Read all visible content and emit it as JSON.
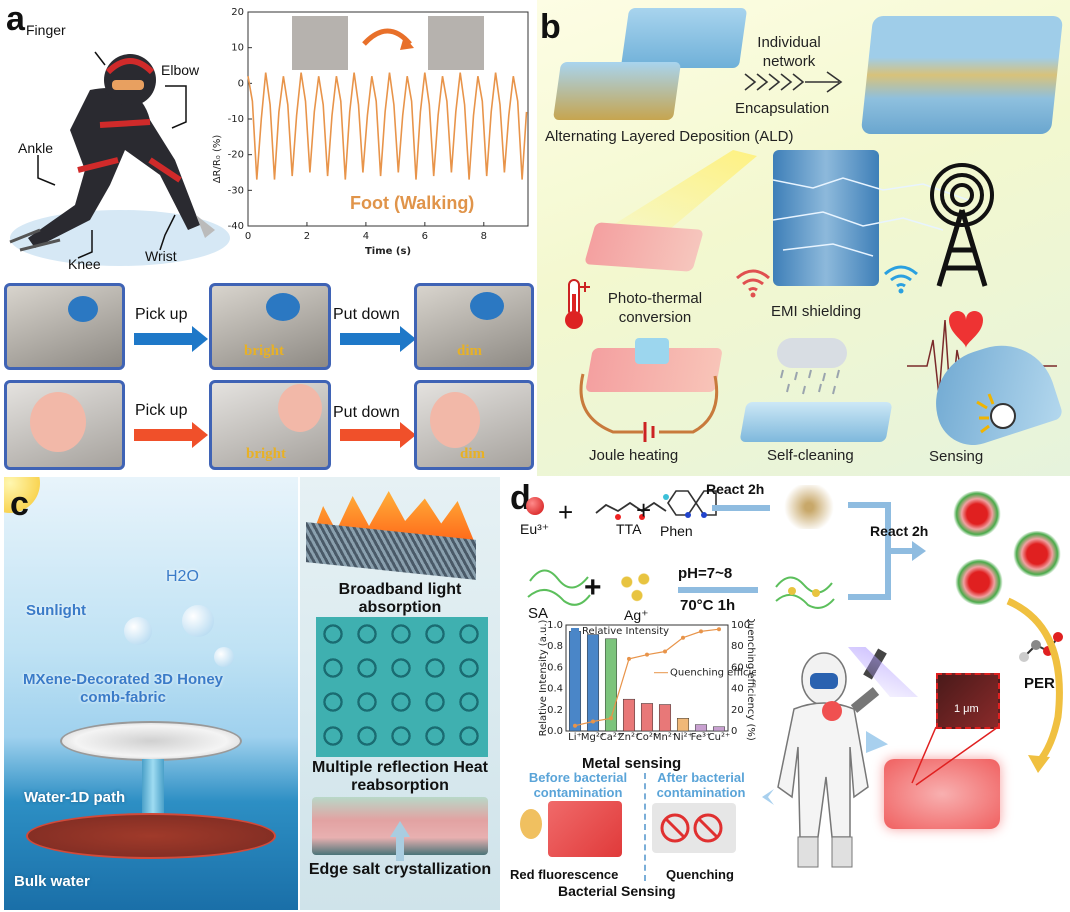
{
  "panels": {
    "a": {
      "label": "a",
      "body_labels": {
        "finger": "Finger",
        "elbow": "Elbow",
        "ankle": "Ankle",
        "knee": "Knee",
        "wrist": "Wrist"
      },
      "chart_caption": "Foot (Walking)",
      "robot_rows": [
        {
          "action1": "Pick up",
          "action2": "Put down",
          "state1": "bright",
          "state2": "dim",
          "color": "#1e78c8"
        },
        {
          "action1": "Pick up",
          "action2": "Put down",
          "state1": "bright",
          "state2": "dim",
          "color": "#f0502a"
        }
      ]
    },
    "b": {
      "label": "b",
      "ald": "Alternating Layered Deposition (ALD)",
      "network": "Individual network",
      "encapsulation": "Encapsulation",
      "photothermal": "Photo-thermal conversion",
      "emi": "EMI shielding",
      "joule": "Joule heating",
      "selfclean": "Self-cleaning",
      "sensing": "Sensing"
    },
    "c": {
      "label": "c",
      "h2o": "H2O",
      "sunlight": "Sunlight",
      "mxene": "MXene-Decorated 3D Honey comb-fabric",
      "water_path": "Water-1D path",
      "bulk": "Bulk water",
      "broadband": "Broadband light absorption",
      "multiple": "Multiple reflection Heat reabsorption",
      "edge": "Edge salt crystallization"
    },
    "d": {
      "label": "d",
      "eu": "Eu³⁺",
      "tta": "TTA",
      "phen": "Phen",
      "react1": "React 2h",
      "react2": "React 2h",
      "sa": "SA",
      "ag": "Ag⁺",
      "ph": "pH=7~8",
      "temp": "70°C 1h",
      "per": "PER",
      "scale": "1 μm",
      "metal_sensing": "Metal sensing",
      "before": "Before bacterial contamination",
      "after": "After bacterial contamination",
      "red_fluor": "Red fluorescence",
      "quenching": "Quenching",
      "bacterial": "Bacterial Sensing"
    }
  },
  "chart_data": [
    {
      "type": "line",
      "title": "",
      "xlabel": "Time (s)",
      "ylabel": "ΔR/R₀ (%)",
      "xlim": [
        0,
        9.5
      ],
      "ylim": [
        -40,
        20
      ],
      "xticks": [
        0,
        2,
        4,
        6,
        8
      ],
      "yticks": [
        20,
        10,
        0,
        -10,
        -20,
        -30,
        -40
      ],
      "color": "#e8944a",
      "grid": false,
      "series": [
        {
          "x": [
            0.0,
            0.15,
            0.3,
            0.45,
            0.6,
            0.75,
            0.9,
            1.05,
            1.2,
            1.35,
            1.5,
            1.65,
            1.8,
            1.95,
            2.1,
            2.25,
            2.4,
            2.55,
            2.7,
            2.85,
            3.0,
            3.15,
            3.3,
            3.45,
            3.6,
            3.75,
            3.9,
            4.05,
            4.2,
            4.35,
            4.5,
            4.65,
            4.8,
            4.95,
            5.1,
            5.25,
            5.4,
            5.55,
            5.7,
            5.85,
            6.0,
            6.15,
            6.3,
            6.45,
            6.6,
            6.75,
            6.9,
            7.05,
            7.2,
            7.35,
            7.5,
            7.65,
            7.8,
            7.95,
            8.1,
            8.25,
            8.4,
            8.55,
            8.7,
            8.85,
            9.0,
            9.15,
            9.3,
            9.45
          ],
          "y": [
            2,
            -5,
            -27,
            -10,
            3,
            -6,
            -27,
            -8,
            2,
            -6,
            -26,
            -9,
            3,
            -5,
            -25,
            -8,
            2,
            -6,
            -26,
            -9,
            2,
            -5,
            -27,
            -8,
            3,
            -6,
            -25,
            -9,
            2,
            -5,
            -26,
            -8,
            3,
            -6,
            -25,
            -9,
            2,
            -5,
            -27,
            -8,
            3,
            -6,
            -26,
            -9,
            2,
            -5,
            -25,
            -8,
            3,
            -6,
            -27,
            -9,
            2,
            -5,
            -26,
            -8,
            3,
            -6,
            -25,
            -9,
            2,
            -5,
            -27,
            -8
          ]
        }
      ]
    },
    {
      "type": "bar",
      "title": "",
      "xlabel": "",
      "ylabel": "Relative Intensity (a.u.)",
      "y2label": "Quenching efficiency (%)",
      "categories": [
        "Li⁺",
        "Mg²⁺",
        "Ca²⁺",
        "Zn²⁺",
        "Co²⁺",
        "Mn²⁺",
        "Ni²⁺",
        "Fe³⁺",
        "Cu²⁺"
      ],
      "ylim": [
        0.0,
        1.0
      ],
      "y2lim": [
        0,
        100
      ],
      "yticks": [
        0.0,
        0.2,
        0.4,
        0.6,
        0.8,
        1.0
      ],
      "y2ticks": [
        0,
        20,
        40,
        60,
        80,
        100
      ],
      "legend": "top-left",
      "series": [
        {
          "name": "Relative Intensity",
          "values": [
            0.94,
            0.91,
            0.87,
            0.3,
            0.26,
            0.25,
            0.12,
            0.06,
            0.04
          ],
          "colors": [
            "#4a86c8",
            "#4a86c8",
            "#7cc47c",
            "#e87878",
            "#e87878",
            "#e87878",
            "#f0b878",
            "#c8a0d0",
            "#c8a0d0"
          ]
        },
        {
          "name": "Quenching efficiency",
          "values": [
            5,
            9,
            12,
            68,
            72,
            75,
            88,
            94,
            96
          ],
          "color": "#e8944a"
        }
      ]
    }
  ]
}
